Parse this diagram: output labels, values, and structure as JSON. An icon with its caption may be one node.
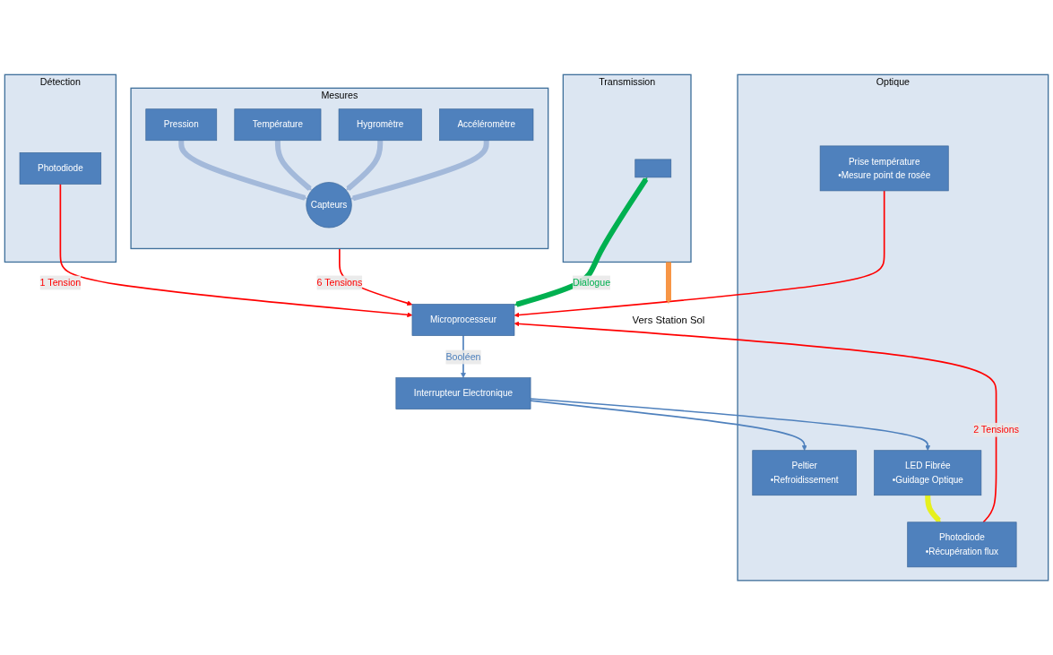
{
  "diagram": {
    "nodes": [
      {
        "text": [
          "Détection"
        ]
      },
      {
        "text": [
          "Photodiode"
        ],
        "in": 0
      },
      {
        "text": [
          "Transmission"
        ]
      },
      {
        "text": [],
        "shape": "box",
        "in": 2
      },
      {
        "text": [
          "Mesures"
        ]
      },
      {
        "text": [
          "Pression"
        ],
        "in": 4
      },
      {
        "text": [
          "Température"
        ],
        "in": 4
      },
      {
        "text": [
          "Hygromètre"
        ],
        "in": 4
      },
      {
        "text": [
          "Capteurs"
        ],
        "in": 4
      },
      {
        "text": [
          "Accéléromètre"
        ],
        "in": 4
      },
      {
        "text": [
          "Microprocesseur"
        ]
      },
      {
        "text": [
          "Vers Station Sol"
        ]
      },
      {
        "text": [
          "Interrupteur Electronique"
        ]
      },
      {
        "text": [
          "Optique"
        ]
      },
      {
        "text": [
          "Peltier",
          "•Refroidissement"
        ],
        "in": 13
      },
      {
        "text": [
          "LED Fibrée",
          "•Guidage Optique"
        ],
        "in": 13
      },
      {
        "text": [
          "Photodiode",
          "•Récupération flux"
        ],
        "in": 13
      },
      {
        "text": [
          "Prise température",
          "•Mesure point de rosée"
        ],
        "in": 13
      }
    ],
    "edges": [
      {
        "from": 1,
        "to": 10,
        "arrow": "to",
        "label": "1 Tension"
      },
      {
        "from": 5,
        "to": 8,
        "arrow": "to",
        "style": "thick",
        "color": "#a3b9da"
      },
      {
        "from": 6,
        "to": 8,
        "arrow": "to",
        "style": "thick",
        "color": "#a3b9da"
      },
      {
        "from": 7,
        "to": 8,
        "arrow": "to",
        "style": "thick",
        "color": "#a3b9da"
      },
      {
        "from": 9,
        "to": 8,
        "arrow": "to",
        "style": "thick",
        "color": "#a3b9da"
      },
      {
        "from": 4,
        "to": 10,
        "arrow": "to",
        "label": "6 Tensions"
      },
      {
        "from": 3,
        "to": 10,
        "arrow": "both",
        "label": "Dialogue",
        "style": "thick",
        "color": "#00b050"
      },
      {
        "from": 2,
        "to": 11,
        "arrow": "to",
        "style": "thick",
        "color": "#f79646"
      },
      {
        "from": 10,
        "to": 12,
        "arrow": "to",
        "label": "Booléen",
        "color": "#4f81bd"
      },
      {
        "from": 12,
        "to": 14,
        "arrow": "to",
        "color": "#4f81bd"
      },
      {
        "from": 12,
        "to": 15,
        "arrow": "to",
        "color": "#4f81bd"
      },
      {
        "from": 15,
        "to": 16,
        "arrow": "to",
        "style": "thick",
        "color": "#e6f01e"
      },
      {
        "from": 16,
        "to": 10,
        "arrow": "to",
        "label": "2 Tensions"
      },
      {
        "from": 17,
        "to": 10,
        "arrow": "to"
      }
    ]
  }
}
